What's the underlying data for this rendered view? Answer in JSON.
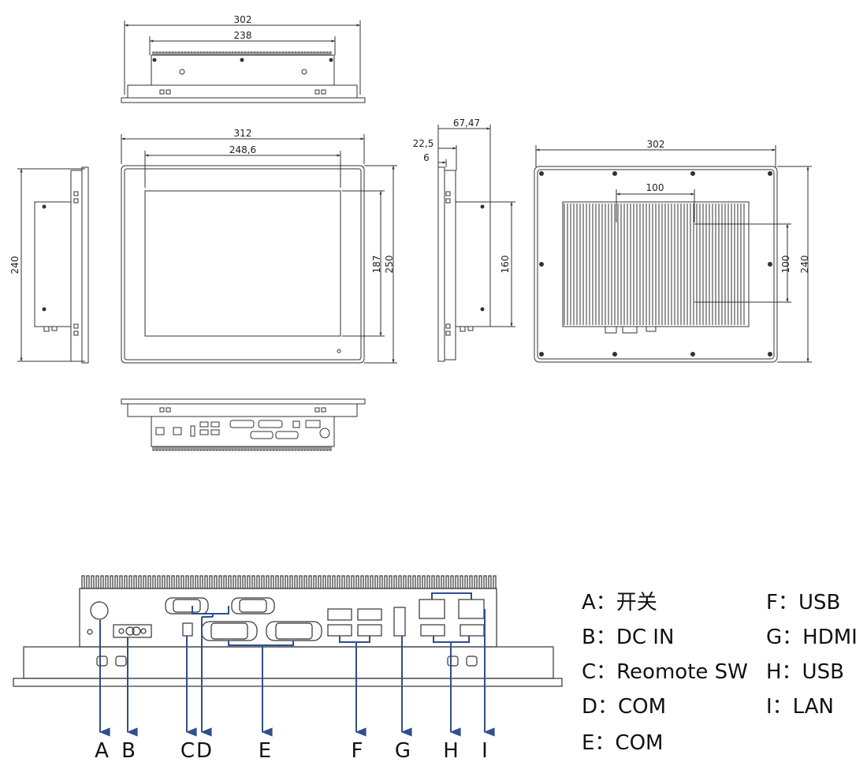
{
  "top_view": {
    "overall_width": "302",
    "inner_width": "238"
  },
  "front_view": {
    "width": "312",
    "screen_width": "248,6",
    "screen_height": "187",
    "overall_height": "250",
    "side_height": "240"
  },
  "side_view": {
    "depth": "67,47",
    "bezel": "22,5",
    "flange": "6",
    "body_height": "160"
  },
  "rear_view": {
    "width": "302",
    "hole_spacing_h": "100",
    "hole_spacing_v": "100",
    "height": "240"
  },
  "io_labels": [
    "A",
    "B",
    "C",
    "D",
    "E",
    "F",
    "G",
    "H",
    "I"
  ],
  "legend": {
    "left": [
      "A：开关",
      "B：DC IN",
      "C：Reomote SW",
      "D：COM",
      "E：COM"
    ],
    "right": [
      "F：USB",
      "G：HDMI",
      "H：USB",
      "I：LAN"
    ]
  },
  "colors": {
    "line": "#333333",
    "arrow": "#2f4f8f"
  }
}
